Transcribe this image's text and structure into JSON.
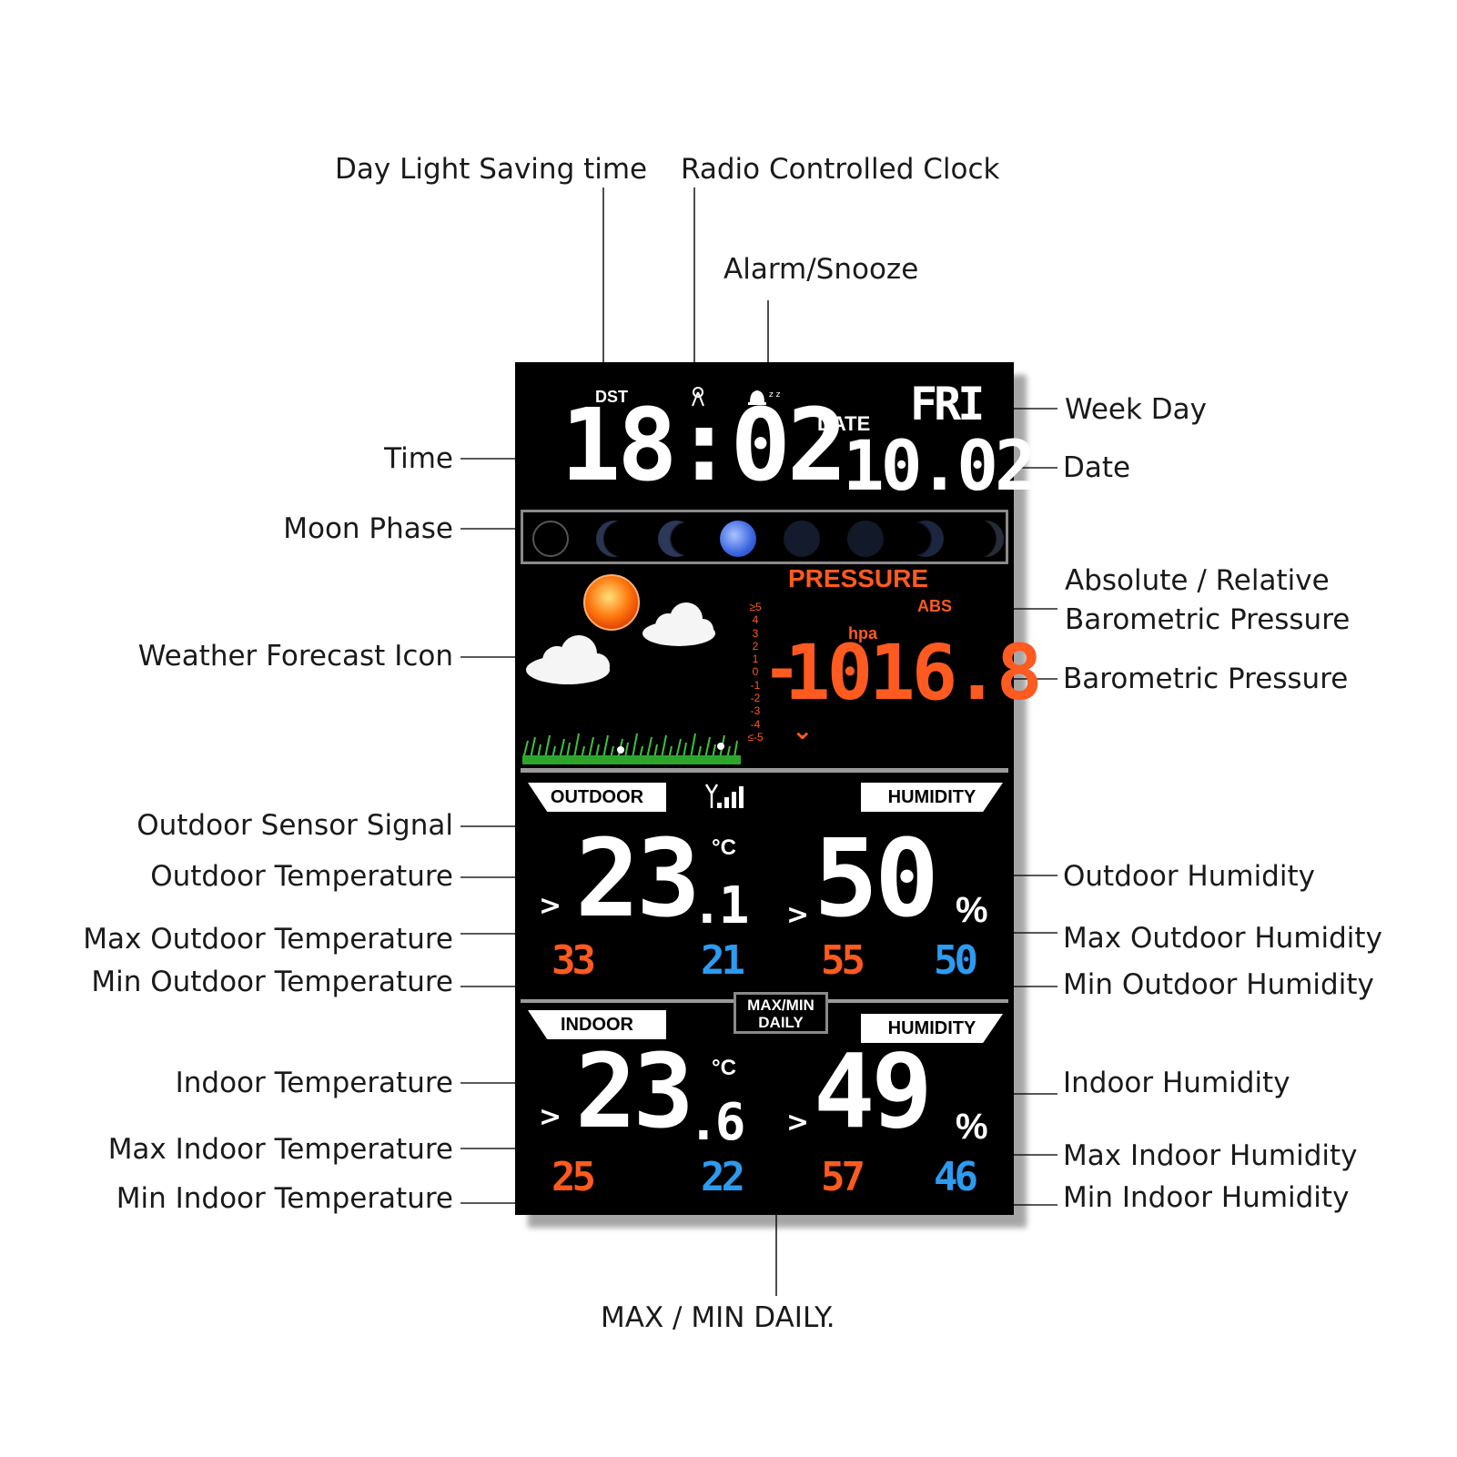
{
  "callouts": {
    "dst": "Day Light Saving time",
    "radio_clock": "Radio Controlled Clock",
    "alarm": "Alarm/Snooze",
    "week_day": "Week Day",
    "date": "Date",
    "time": "Time",
    "moon_phase": "Moon Phase",
    "abs_rel_line1": "Absolute / Relative",
    "abs_rel_line2": "Barometric Pressure",
    "pressure": "Barometric Pressure",
    "forecast": "Weather Forecast Icon",
    "signal": "Outdoor Sensor Signal",
    "out_temp": "Outdoor Temperature",
    "max_out_temp": "Max Outdoor Temperature",
    "min_out_temp": "Min Outdoor Temperature",
    "out_hum": "Outdoor Humidity",
    "max_out_hum": "Max Outdoor Humidity",
    "min_out_hum": "Min Outdoor Humidity",
    "in_temp": "Indoor Temperature",
    "max_in_temp": "Max Indoor Temperature",
    "min_in_temp": "Min Indoor Temperature",
    "in_hum": "Indoor Humidity",
    "max_in_hum": "Max Indoor Humidity",
    "min_in_hum": "Min Indoor Humidity",
    "maxmin_daily": "MAX / MIN DAILY."
  },
  "display": {
    "dst": "DST",
    "time": "18:02",
    "date_label": "DATE",
    "weekday": "FRI",
    "date": "10.02",
    "pressure_label": "PRESSURE",
    "abs": "ABS",
    "unit_hpa": "hpa",
    "pressure_sign": "-",
    "pressure_value": "1016.8",
    "pressure_trend": "⌄",
    "scale": [
      "≥5",
      "4",
      "3",
      "2",
      "1",
      "0",
      "-1",
      "-2",
      "-3",
      "-4",
      "≤-5"
    ],
    "outdoor_label": "OUTDOOR",
    "humidity_label": "HUMIDITY",
    "indoor_label": "INDOOR",
    "maxmin_line1": "MAX/MIN",
    "maxmin_line2": "DAILY",
    "celsius": "°C",
    "percent": "%",
    "chevron": ">",
    "out_temp_int": "23",
    "out_temp_dec": ".1",
    "out_temp_max": "33",
    "out_temp_min": "21",
    "out_hum": "50",
    "out_hum_max": "55",
    "out_hum_min": "50",
    "in_temp_int": "23",
    "in_temp_dec": ".6",
    "in_temp_max": "25",
    "in_temp_min": "22",
    "in_hum": "49",
    "in_hum_max": "57",
    "in_hum_min": "46"
  },
  "colors": {
    "red": "#ff5a1f",
    "blue": "#2c9bf0",
    "white": "#ffffff",
    "bezel": "#8a8a8a"
  }
}
